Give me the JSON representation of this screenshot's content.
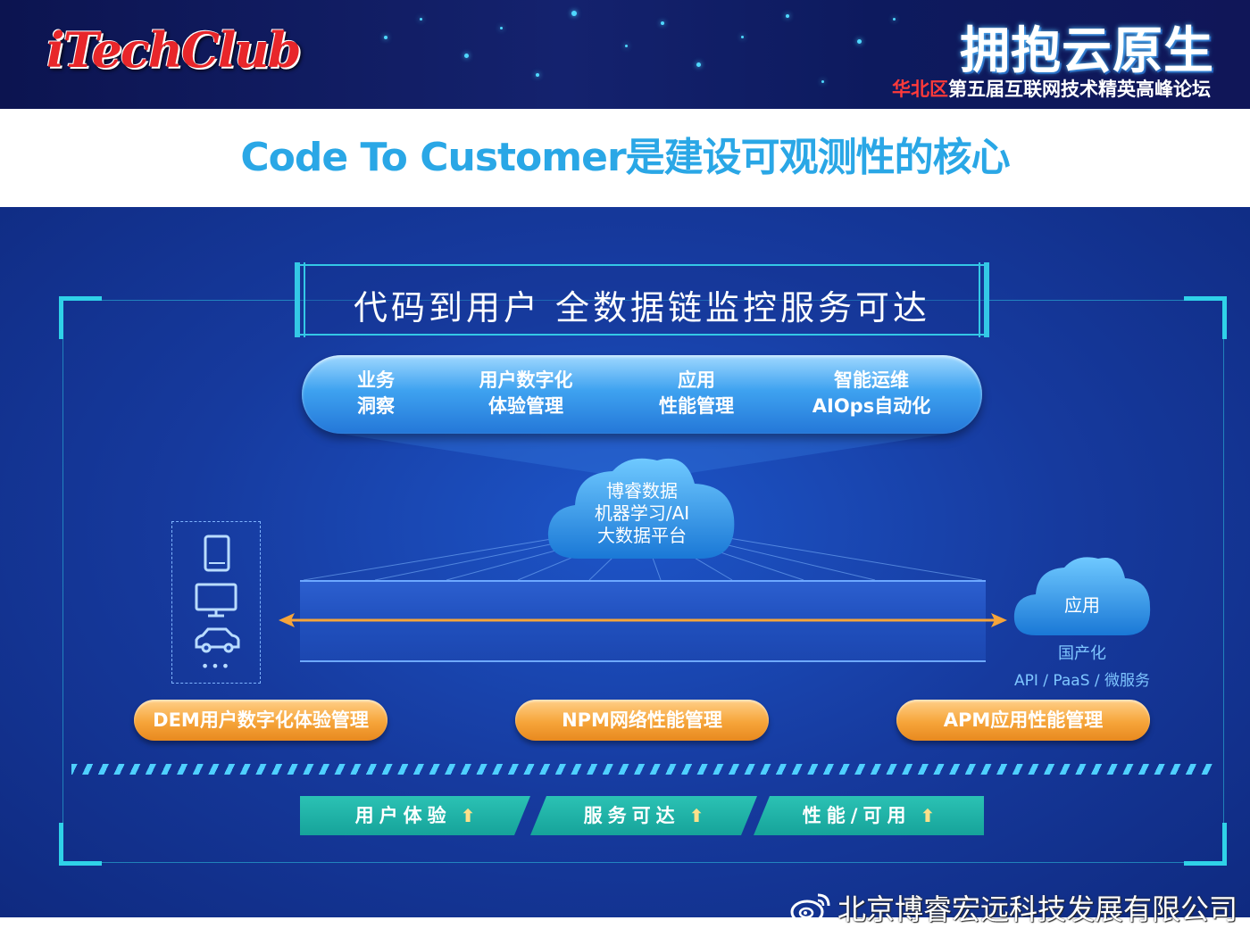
{
  "header": {
    "logo_text": "iTechClub",
    "conference_title": "拥抱云原生",
    "conference_region": "华北区",
    "conference_subtitle": "第五届互联网技术精英高峰论坛"
  },
  "page_title": "Code To Customer是建设可观测性的核心",
  "diagram": {
    "headline": "代码到用户 全数据链监控服务可达",
    "capabilities": [
      {
        "line1": "业务",
        "line2": "洞察"
      },
      {
        "line1": "用户数字化",
        "line2": "体验管理"
      },
      {
        "line1": "应用",
        "line2": "性能管理"
      },
      {
        "line1": "智能运维",
        "line2": "AIOps自动化"
      }
    ],
    "core_cloud": {
      "line1": "博睿数据",
      "line2": "机器学习/AI",
      "line3": "大数据平台"
    },
    "devices": {
      "icons": [
        "tablet-icon",
        "monitor-icon",
        "car-icon"
      ],
      "more": "•••"
    },
    "app_cloud": {
      "label": "应用",
      "sub1": "国产化",
      "sub2": "API / PaaS / 微服务"
    },
    "modules": [
      "DEM用户数字化体验管理",
      "NPM网络性能管理",
      "APM应用性能管理"
    ],
    "outcomes": [
      "用户体验",
      "服务可达",
      "性能/可用"
    ],
    "outcome_icon": "arrow-up-icon"
  },
  "footer": {
    "icon": "weibo-icon",
    "watermark": "北京博睿宏远科技发展有限公司"
  },
  "colors": {
    "title_blue": "#2aa7e6",
    "accent_cyan": "#34c8e6",
    "orange": "#f6a53a",
    "teal": "#16a39a",
    "banner_navy": "#14226e",
    "region_red": "#ff3a3a"
  }
}
